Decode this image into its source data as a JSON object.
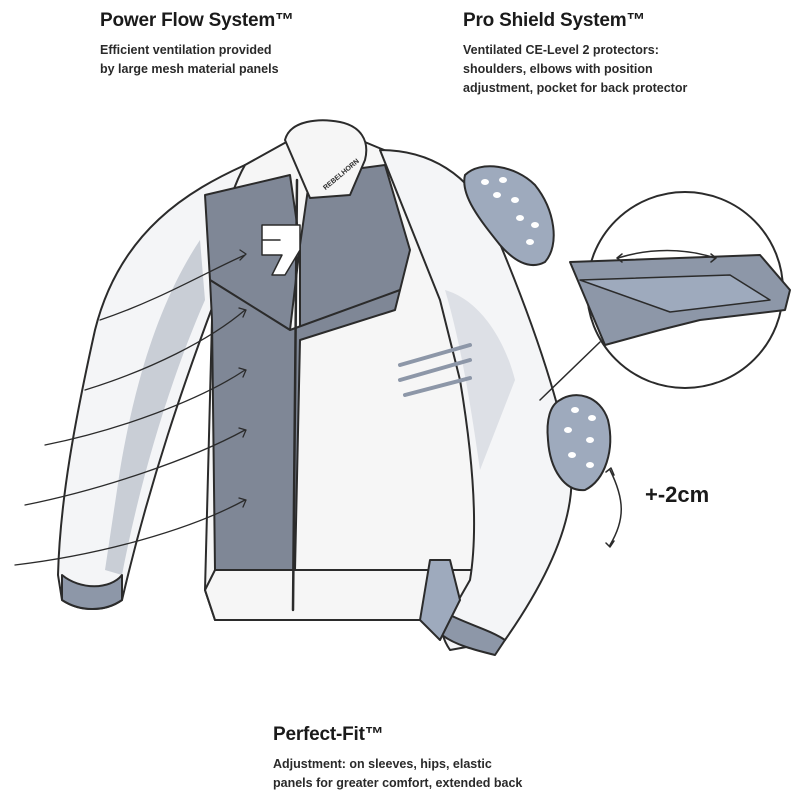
{
  "features": [
    {
      "title": "Power Flow System™",
      "lines": [
        "Efficient ventilation provided",
        "by large mesh material panels"
      ]
    },
    {
      "title": "Pro Shield System™",
      "lines": [
        "Ventilated CE-Level 2 protectors:",
        "shoulders, elbows with position",
        "adjustment, pocket for back protector"
      ]
    },
    {
      "title": "Perfect-Fit™",
      "lines": [
        "Adjustment: on sleeves, hips, elastic",
        "panels for greater comfort, extended back"
      ]
    }
  ],
  "elbow_adjustment_label": "+-2cm",
  "brand_logo_text": "REBELHORN",
  "colors": {
    "mesh_panel": "#7f8796",
    "protector": "#9eaabd",
    "outline": "#2b2b2b",
    "shell": "#f6f6f6"
  }
}
